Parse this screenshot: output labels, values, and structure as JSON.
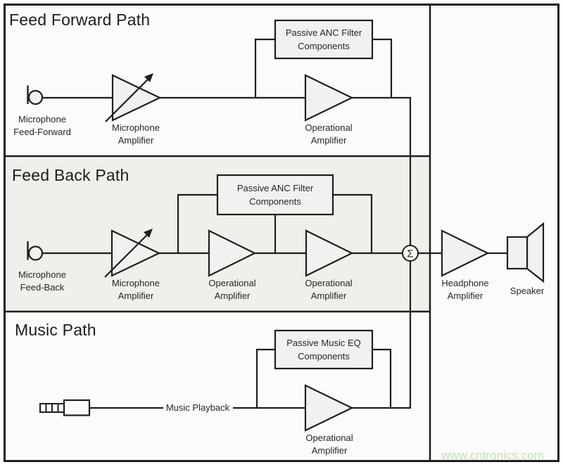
{
  "feed_forward": {
    "title": "Feed Forward Path",
    "microphone": {
      "line1": "Microphone",
      "line2": "Feed-Forward"
    },
    "mic_amp": {
      "line1": "Microphone",
      "line2": "Amplifier"
    },
    "filter_box": {
      "line1": "Passive ANC Filter",
      "line2": "Components"
    },
    "op_amp": {
      "line1": "Operational",
      "line2": "Amplifier"
    }
  },
  "feed_back": {
    "title": "Feed Back Path",
    "microphone": {
      "line1": "Microphone",
      "line2": "Feed-Back"
    },
    "mic_amp": {
      "line1": "Microphone",
      "line2": "Amplifier"
    },
    "filter_box": {
      "line1": "Passive ANC Filter",
      "line2": "Components"
    },
    "op_amp1": {
      "line1": "Operational",
      "line2": "Amplifier"
    },
    "op_amp2": {
      "line1": "Operational",
      "line2": "Amplifier"
    }
  },
  "music": {
    "title": "Music Path",
    "playback_label": "Music Playback",
    "eq_box": {
      "line1": "Passive Music EQ",
      "line2": "Components"
    },
    "op_amp": {
      "line1": "Operational",
      "line2": "Amplifier"
    }
  },
  "output": {
    "summer_symbol": "Σ",
    "headphone_amp": {
      "line1": "Headphone",
      "line2": "Amplifier"
    },
    "speaker_label": "Speaker"
  },
  "watermark": "www.cntronics.com",
  "colors": {
    "outline": "#1f1f1d",
    "shape_fill": "#f1f2ef",
    "feedback_section_fill": "#eff0ec",
    "background": "#fbfbfa",
    "watermark_green": "#c5e0b4"
  }
}
